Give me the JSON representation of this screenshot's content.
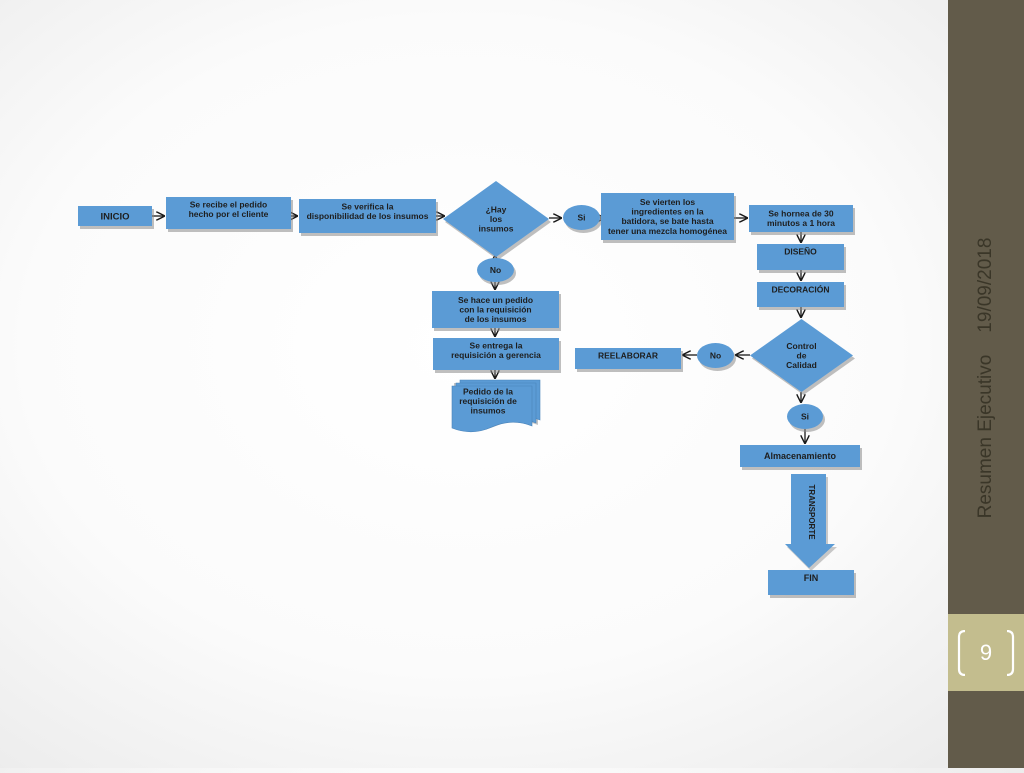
{
  "footer": {
    "title": "Resumen Ejecutivo",
    "date": "19/09/2018",
    "page_number": "9"
  },
  "colors": {
    "node_fill": "#5b9bd5",
    "node_shadow": "#8a8a8a",
    "connector": "#1a1a1a",
    "sidebar": "#625b4a",
    "page_band": "#c3bd8e"
  },
  "flowchart": {
    "nodes": [
      {
        "id": "inicio",
        "label": "INICIO"
      },
      {
        "id": "recibe_pedido",
        "label": "Se recibe el pedido hecho por el cliente"
      },
      {
        "id": "verifica",
        "label": "Se verifica la disponibilidad de los insumos"
      },
      {
        "id": "hay_insumos",
        "label": "¿Hay los insumos"
      },
      {
        "id": "si_1",
        "label": "Si"
      },
      {
        "id": "vierten",
        "label": "Se vierten los ingredientes en la batidora, se bate hasta tener una mezcla homogénea"
      },
      {
        "id": "hornea",
        "label": "Se hornea de 30 minutos a 1 hora"
      },
      {
        "id": "diseno",
        "label": "DISEÑO"
      },
      {
        "id": "decoracion",
        "label": "DECORACIÓN"
      },
      {
        "id": "control",
        "label": "Control de Calidad"
      },
      {
        "id": "no_2",
        "label": "No"
      },
      {
        "id": "reelaborar",
        "label": "REELABORAR"
      },
      {
        "id": "si_2",
        "label": "Si"
      },
      {
        "id": "almacenamiento",
        "label": "Almacenamiento"
      },
      {
        "id": "transporte",
        "label": "TRANSPORTE"
      },
      {
        "id": "fin",
        "label": "FIN"
      },
      {
        "id": "no_1",
        "label": "No"
      },
      {
        "id": "hace_pedido",
        "label": "Se hace un pedido con la requisición de  los insumos"
      },
      {
        "id": "entrega",
        "label": "Se entrega la requisición a gerencia"
      },
      {
        "id": "pedido_doc",
        "label": "Pedido de la requisición de insumos"
      }
    ],
    "edges": [
      {
        "from": "inicio",
        "to": "recibe_pedido"
      },
      {
        "from": "recibe_pedido",
        "to": "verifica"
      },
      {
        "from": "verifica",
        "to": "hay_insumos"
      },
      {
        "from": "hay_insumos",
        "to": "si_1"
      },
      {
        "from": "si_1",
        "to": "vierten"
      },
      {
        "from": "vierten",
        "to": "hornea"
      },
      {
        "from": "hornea",
        "to": "diseno"
      },
      {
        "from": "diseno",
        "to": "decoracion"
      },
      {
        "from": "decoracion",
        "to": "control"
      },
      {
        "from": "control",
        "to": "no_2"
      },
      {
        "from": "no_2",
        "to": "reelaborar"
      },
      {
        "from": "control",
        "to": "si_2"
      },
      {
        "from": "si_2",
        "to": "almacenamiento"
      },
      {
        "from": "almacenamiento",
        "to": "fin",
        "via": "transporte"
      },
      {
        "from": "hay_insumos",
        "to": "no_1"
      },
      {
        "from": "no_1",
        "to": "hace_pedido"
      },
      {
        "from": "hace_pedido",
        "to": "entrega"
      },
      {
        "from": "entrega",
        "to": "pedido_doc"
      }
    ]
  }
}
